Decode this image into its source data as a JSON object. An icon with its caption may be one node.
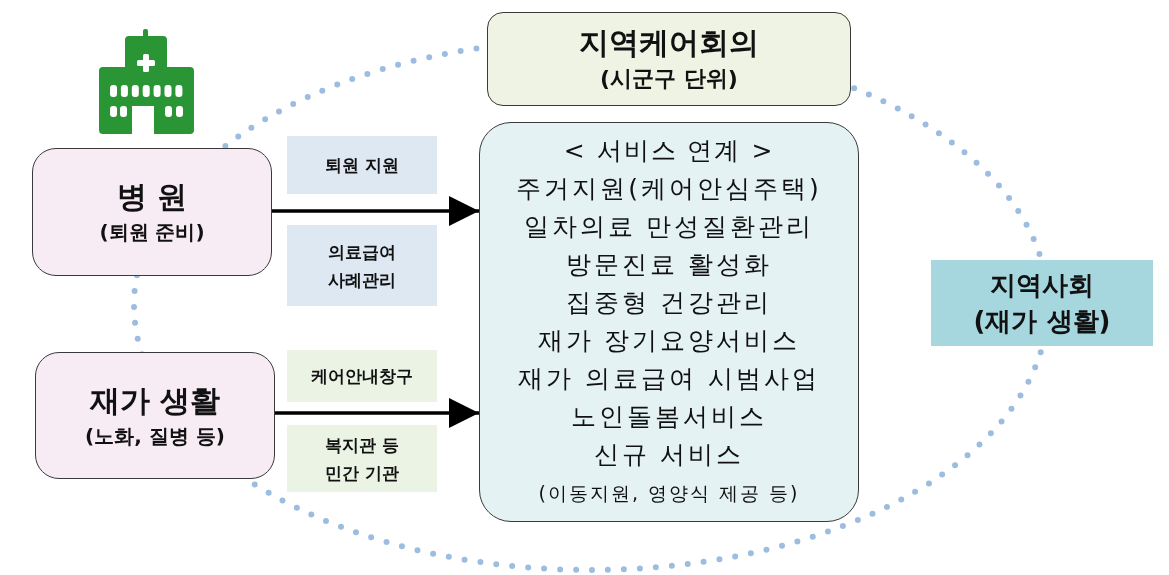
{
  "diagram": {
    "nodes": [
      {
        "text": [
          "지역케어회의",
          "(시군구 단위)"
        ]
      },
      {
        "text": [
          "병 원",
          "(퇴원 준비)"
        ]
      },
      {
        "text": [
          "퇴원 지원"
        ]
      },
      {
        "text": [
          "의료급여 사례관리"
        ]
      },
      {
        "text": [
          "< 서비스 연계 >",
          "주거지원(케어안심주택)",
          "일차의료 만성질환관리",
          "방문진료 활성화",
          "집중형 건강관리",
          "재가 장기요양서비스",
          "재가 의료급여 시범사업",
          "노인돌봄서비스",
          "신규 서비스",
          "(이동지원, 영양식 제공 등)"
        ]
      },
      {
        "text": [
          "지역사회",
          "(재가 생활)"
        ]
      },
      {
        "text": [
          "재가 생활",
          "(노화, 질병 등)"
        ]
      },
      {
        "text": [
          "케어안내창구"
        ]
      },
      {
        "text": [
          "복지관 등 민간 기관"
        ]
      }
    ],
    "edges": [
      {
        "from": 1,
        "to": 4,
        "arrow": "to"
      },
      {
        "from": 6,
        "to": 4,
        "arrow": "to"
      }
    ]
  }
}
